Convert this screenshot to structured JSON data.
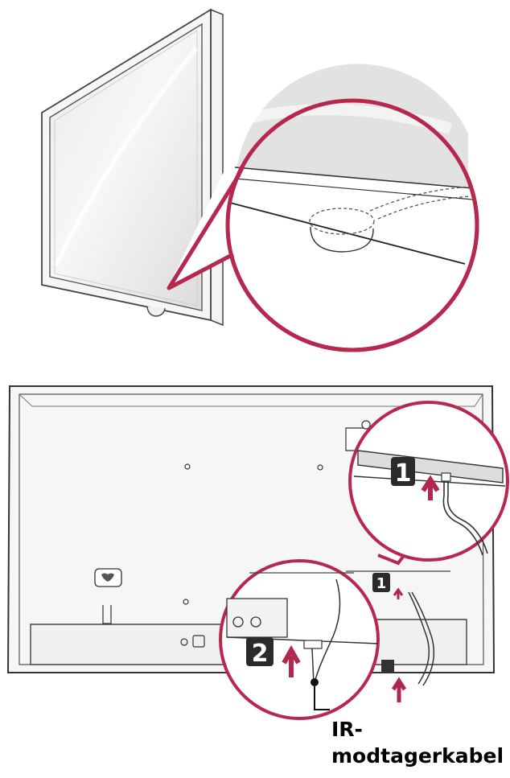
{
  "callouts": {
    "step1": "1",
    "step2": "2"
  },
  "label": {
    "line1": "IR-",
    "line2": "modtagerkabel"
  },
  "colors": {
    "callout_circle": "#b7284e",
    "arrow": "#b0284e",
    "badge": "#2b2b2b",
    "line": "#222222",
    "screen_fill": "#e4e4e4",
    "panel_fill": "#f4f4f4"
  }
}
